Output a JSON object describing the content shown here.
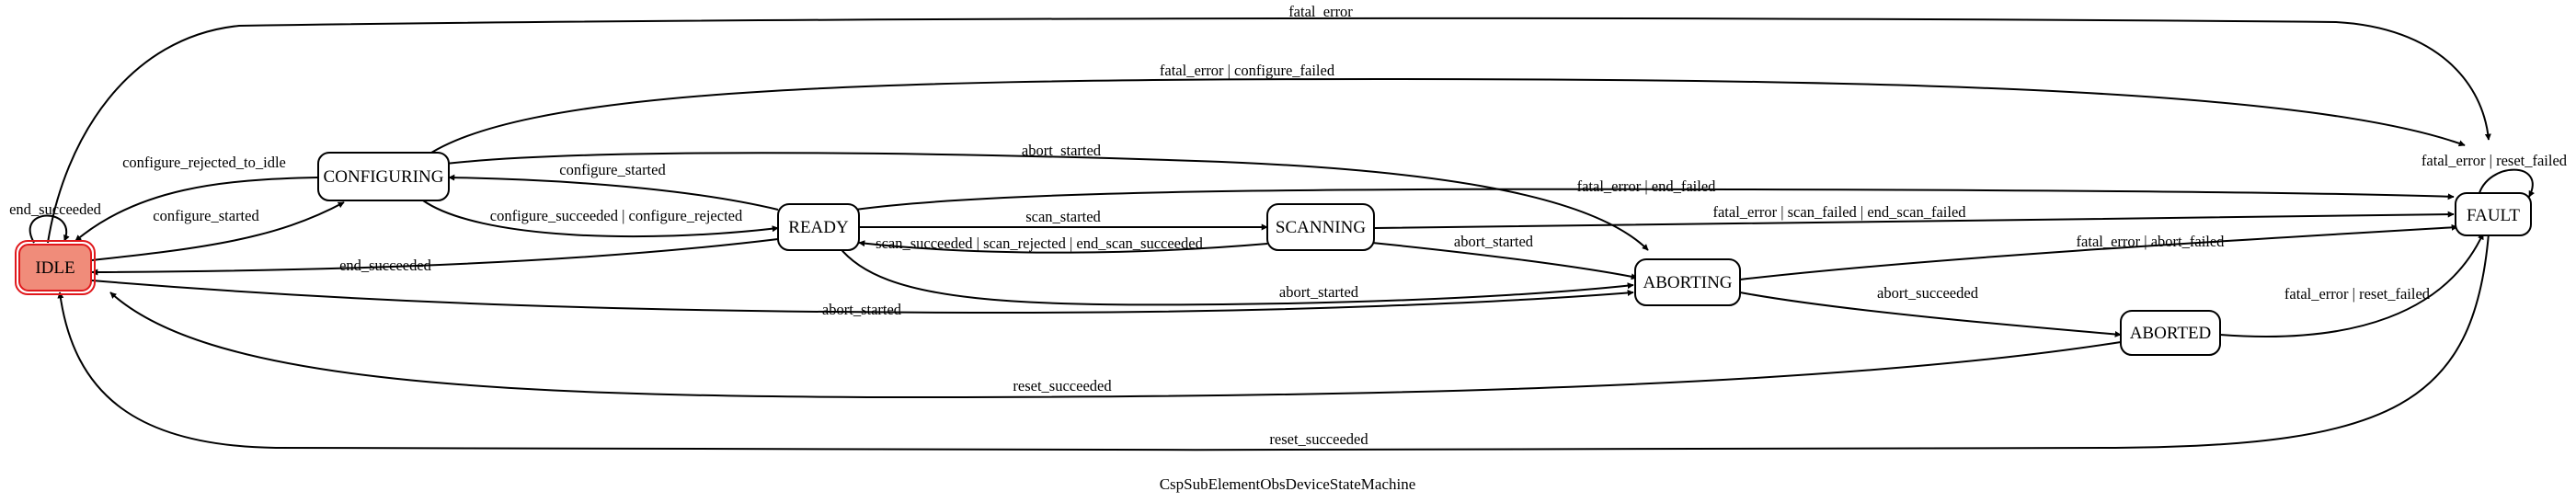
{
  "caption": "CspSubElementObsDeviceStateMachine",
  "colors": {
    "initial_fill": "#f08c7a",
    "initial_stroke": "#e0181c",
    "edge": "#000000"
  },
  "states": {
    "idle": "IDLE",
    "configuring": "CONFIGURING",
    "ready": "READY",
    "scanning": "SCANNING",
    "aborting": "ABORTING",
    "aborted": "ABORTED",
    "fault": "FAULT"
  },
  "transitions": {
    "fatal_error_top": "fatal_error",
    "fatal_or_configure_failed": "fatal_error | configure_failed",
    "abort_started_configuring": "abort_started",
    "fatal_or_end_failed": "fatal_error | end_failed",
    "fatal_or_reset_failed_self": "fatal_error | reset_failed",
    "fatal_or_scan_or_end_scan_failed": "fatal_error | scan_failed | end_scan_failed",
    "fatal_or_abort_failed": "fatal_error | abort_failed",
    "fatal_or_reset_failed_aborted": "fatal_error | reset_failed",
    "configure_rejected_to_idle": "configure_rejected_to_idle",
    "end_succeeded_self": "end_succeeded",
    "configure_started_idle": "configure_started",
    "configure_started_ready": "configure_started",
    "configure_succeeded_or_rejected": "configure_succeeded | configure_rejected",
    "scan_started": "scan_started",
    "scan_succeeded_rejected_end": "scan_succeeded | scan_rejected | end_scan_succeeded",
    "abort_started_scanning": "abort_started",
    "end_succeeded_ready": "end_succeeded",
    "abort_started_ready": "abort_started",
    "abort_started_idle": "abort_started",
    "abort_succeeded": "abort_succeeded",
    "reset_succeeded_aborted": "reset_succeeded",
    "reset_succeeded_fault": "reset_succeeded"
  }
}
